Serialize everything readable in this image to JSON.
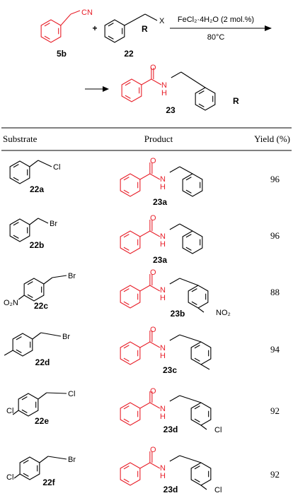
{
  "scheme": {
    "reagent_left": "5b",
    "reagent_left_group": "CN",
    "plus": "+",
    "reagent_right": "22",
    "reagent_right_group": "X",
    "reagent_right_sub": "R",
    "condition_top": "FeCl₂·4H₂O (2 mol.%)",
    "condition_bottom": "80°C",
    "product": "23",
    "product_sub": "R",
    "colors": {
      "highlight": "#e8202a",
      "ink": "#000000"
    }
  },
  "table": {
    "headers": {
      "substrate": "Substrate",
      "product": "Product",
      "yield": "Yield (%)"
    },
    "rows": [
      {
        "substrate": "22a",
        "substrate_group": "Cl",
        "para": "",
        "product": "23a",
        "product_para": "",
        "yield": "96"
      },
      {
        "substrate": "22b",
        "substrate_group": "Br",
        "para": "",
        "product": "23a",
        "product_para": "",
        "yield": "96"
      },
      {
        "substrate": "22c",
        "substrate_group": "Br",
        "para": "O₂N",
        "product": "23b",
        "product_para": "NO₂",
        "yield": "88"
      },
      {
        "substrate": "22d",
        "substrate_group": "Br",
        "para": "methyl",
        "product": "23c",
        "product_para": "methyl",
        "yield": "94"
      },
      {
        "substrate": "22e",
        "substrate_group": "Cl",
        "para": "Cl",
        "product": "23d",
        "product_para": "Cl",
        "yield": "92"
      },
      {
        "substrate": "22f",
        "substrate_group": "Br",
        "para": "Cl",
        "product": "23d",
        "product_para": "Cl",
        "yield": "92"
      }
    ],
    "amide_atoms": {
      "oxygen": "O",
      "nitrogen": "N",
      "hydrogen": "H"
    }
  }
}
